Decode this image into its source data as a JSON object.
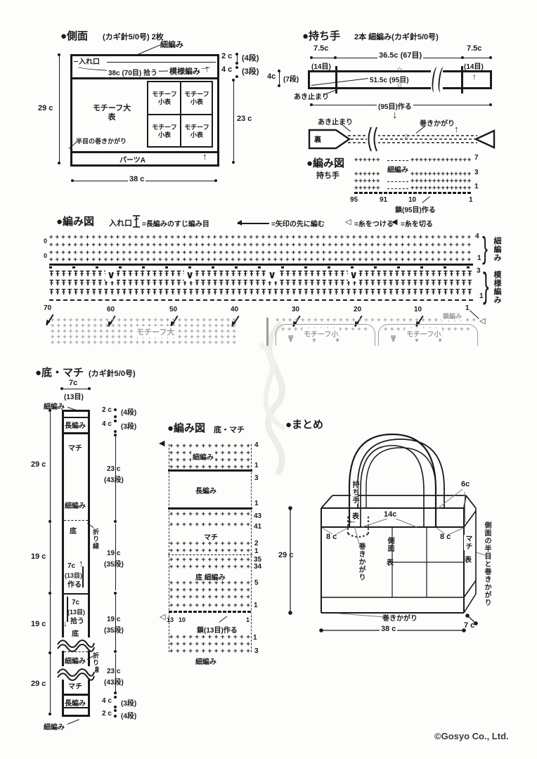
{
  "page": {
    "copyright": "©Gosyo Co., Ltd."
  },
  "icons": {
    "up": "↑",
    "down": "↓",
    "left": "←",
    "star": "☆",
    "tri_open": "◁",
    "tri_fill": "◀",
    "zero": "0"
  },
  "side": {
    "title": "●側面",
    "note": "(カギ針5/0号) 2枚",
    "kosoami": "細編み",
    "ireguchi": "入れ口",
    "pickup": "38c (70目) 拾う",
    "moyo": "模様編み",
    "motif_l1": "モチーフ大",
    "motif_l2": "表",
    "small_l1": "モチーフ",
    "small_l2": "小表",
    "hanme": "半目の巻きかがり",
    "parts": "パーツA",
    "d_left": "29 c",
    "d1": "2 c",
    "d1n": "(4段)",
    "d2": "4 c",
    "d2n": "(3段)",
    "d3": "23 c",
    "d_bottom": "38 c"
  },
  "handle": {
    "title": "●持ち手",
    "note": "2本 細編み(カギ針5/0号)",
    "d_l": "7.5c",
    "d_ln": "(14目)",
    "d_c": "36.5c (67目)",
    "d_r": "7.5c",
    "d_rn": "(14目)",
    "d_side": "4c",
    "d_siden": "(7段)",
    "d_inner": "51.5c (95目)",
    "aki1": "あき止まり",
    "d_make": "(95目)作る",
    "aki2": "あき止まり",
    "maki": "巻きかがり",
    "ura": "裏"
  },
  "hchart": {
    "title": "●編み図",
    "sub": "持ち手",
    "kosoami": "細編み",
    "chain": "鎖(95目)作る",
    "sn": [
      "95",
      "91",
      "10",
      "1"
    ],
    "rn": [
      "7",
      "3",
      "1"
    ]
  },
  "ichart": {
    "title": "●編み図",
    "sub": "入れ口",
    "leg1": "=長編みのすじ編み目",
    "leg2": "=矢印の先に編む",
    "leg3": "=糸をつける",
    "leg4": "=糸を切る",
    "brace1": "細編み",
    "brace2": "模様編み",
    "rn": [
      "4",
      "1",
      "3",
      "1"
    ],
    "sn": [
      "70",
      "60",
      "50",
      "40",
      "30",
      "20",
      "10",
      "1"
    ],
    "motif_large": "モチーフ大",
    "motif_small1": "モチーフ小",
    "motif_small2": "モチーフ小",
    "kusari": "鎖編み"
  },
  "gusset": {
    "title": "●底・マチ",
    "note": "(カギ針5/0号)",
    "d_top": "7c",
    "d_topn": "(13目)",
    "kosoami_top": "細編み",
    "naga_top": "長編み",
    "machi_top": "マチ",
    "kosoami_m1": "細編み",
    "soko1": "底",
    "ori1": "折り線",
    "make1": "7c",
    "make2": "(13目)",
    "make3": "作る",
    "pick1": "7c",
    "pick2": "(13目)",
    "pick3": "拾う",
    "soko2": "底",
    "kosoami_m2": "細編み",
    "ori2": "折り線",
    "machi_b": "マチ",
    "naga_b": "長編み",
    "kosoami_b": "細編み",
    "dl1": "29 c",
    "dl2": "19 c",
    "dl3": "19 c",
    "dl4": "29 c",
    "dr1": "2 c",
    "dr1n": "(4段)",
    "dr2": "4 c",
    "dr2n": "(3段)",
    "dr3a": "23 c",
    "dr3b": "(43段)",
    "dr4a": "19 c",
    "dr4b": "(35段)",
    "dr5a": "19 c",
    "dr5b": "(35段)",
    "dr6a": "23 c",
    "dr6b": "(43段)",
    "dr7": "4 c",
    "dr7n": "(3段)",
    "dr8": "2 c",
    "dr8n": "(4段)"
  },
  "gchart": {
    "title": "●編み図",
    "sub": "底・マチ",
    "kosoami_top": "細編み",
    "naga": "長編み",
    "machi": "マチ",
    "soko": "底 細編み",
    "chain": "鎖(13目)作る",
    "kosoami_b": "細編み",
    "sn": [
      "13",
      "10",
      "1"
    ],
    "rn_top": [
      "4",
      "1"
    ],
    "rn_dc": [
      "3",
      "1"
    ],
    "rn_machi": [
      "43",
      "41",
      "2",
      "1"
    ],
    "rn_soko": [
      "35",
      "34",
      "5",
      "1"
    ],
    "rn_low": [
      "1",
      "3"
    ]
  },
  "assembly": {
    "title": "●まとめ",
    "totte1": "持ち手",
    "totte2": "表",
    "d6": "6c",
    "d14": "14c",
    "d8l": "8 c",
    "d8r": "8 c",
    "maki_v": "巻きかがり",
    "sok1": "側面",
    "sok2": "表",
    "mac1": "マチ",
    "mac2": "表",
    "seam": "側面の半目と巻きかがり",
    "d29": "29 c",
    "maki_b": "巻きかがり",
    "d38": "38 c",
    "d7": "7 c"
  },
  "rep": {
    "sc70": {
      "symbol": "+",
      "count": 70
    },
    "dc70": {
      "symbol": "Ŧ",
      "count": 70
    },
    "sc6": {
      "symbol": "+",
      "count": 6
    },
    "sc14": {
      "symbol": "+",
      "count": 14
    },
    "sc13": {
      "symbol": "+",
      "count": 13
    },
    "g31": {
      "symbol": "+",
      "count": 31
    },
    "g32": {
      "symbol": "+",
      "count": 32
    },
    "g14": {
      "symbol": "+",
      "count": 14
    },
    "w3": {
      "symbol": "Ψ",
      "count": 3
    }
  }
}
